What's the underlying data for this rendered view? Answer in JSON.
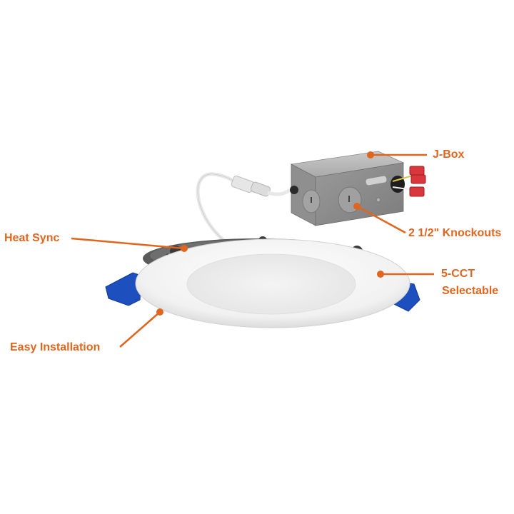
{
  "accent_color": "#e0661f",
  "callouts": [
    {
      "id": "jbox",
      "label": "J-Box"
    },
    {
      "id": "knockouts",
      "label": "2 1/2\"  Knockouts"
    },
    {
      "id": "heat_sync",
      "label": "Heat Sync"
    },
    {
      "id": "cct_line1",
      "label": "5-CCT"
    },
    {
      "id": "cct_line2",
      "label": "Selectable"
    },
    {
      "id": "easy_install",
      "label": "Easy Installation"
    }
  ]
}
